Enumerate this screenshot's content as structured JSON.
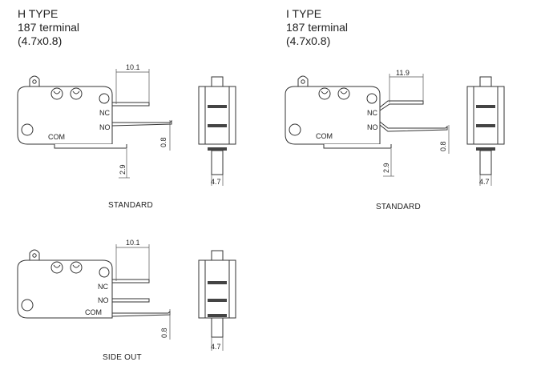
{
  "h_type": {
    "title": "H TYPE",
    "terminal": "187 terminal",
    "size": "(4.7x0.8)"
  },
  "i_type": {
    "title": "I TYPE",
    "terminal": "187 terminal",
    "size": "(4.7x0.8)"
  },
  "standard_h": {
    "caption": "STANDARD",
    "dim_length": "10.1",
    "dim_thickness": "0.8",
    "dim_offset": "2.9",
    "dim_width": "4.7",
    "label_nc": "NC",
    "label_no": "NO",
    "label_com": "COM"
  },
  "standard_i": {
    "caption": "STANDARD",
    "dim_length": "11.9",
    "dim_thickness": "0.8",
    "dim_offset": "2.9",
    "dim_width": "4.7",
    "label_nc": "NC",
    "label_no": "NO",
    "label_com": "COM"
  },
  "side_out": {
    "caption": "SIDE OUT",
    "dim_length": "10.1",
    "dim_thickness": "0.8",
    "dim_width": "4.7",
    "label_nc": "NC",
    "label_no": "NO",
    "label_com": "COM"
  }
}
